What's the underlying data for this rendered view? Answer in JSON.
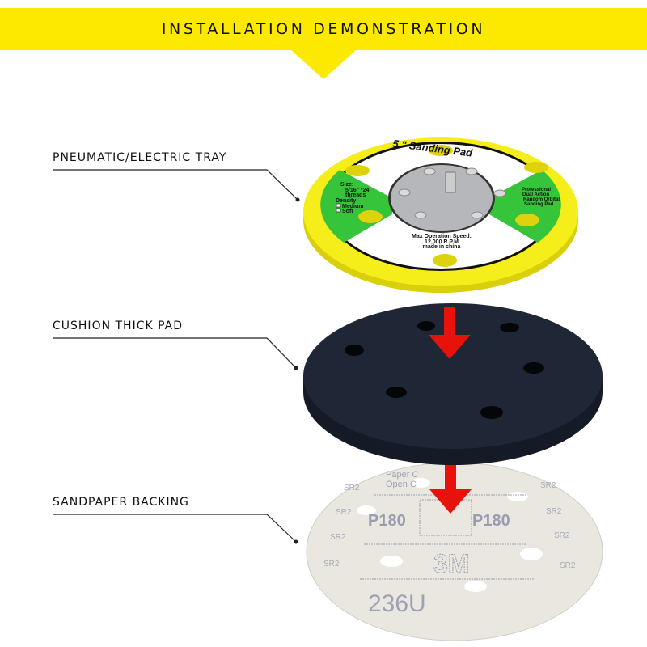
{
  "banner": {
    "title": "INSTALLATION DEMONSTRATION",
    "color": "#fde900"
  },
  "labels": {
    "tray": "PNEUMATIC/ELECTRIC TRAY",
    "cushion": "CUSHION THICK PAD",
    "sandpaper": "SANDPAPER BACKING"
  },
  "tray_pad": {
    "title": "5 \" Sanding Pad",
    "size_lines": [
      "Size:",
      "5/16\" *24",
      "threads"
    ],
    "density_label": "Density:",
    "density_options": [
      "Medium",
      "Soft"
    ],
    "description_lines": [
      "Professional",
      "Dual Action",
      "Random Orbital",
      "Sanding Pad"
    ],
    "speed_lines": [
      "Max Operation Speed:",
      "12,000 R.P.M",
      "made in china"
    ]
  },
  "sandpaper": {
    "grit_left": "P180",
    "grit_right": "P180",
    "brand": "3M",
    "model": "236U",
    "marks": [
      "SR2",
      "Paper C",
      "Open C"
    ]
  },
  "colors": {
    "arrow": "#e8120c",
    "cushion": "#1c2331",
    "rim": "#f6ee1a",
    "green": "#35c43a"
  }
}
